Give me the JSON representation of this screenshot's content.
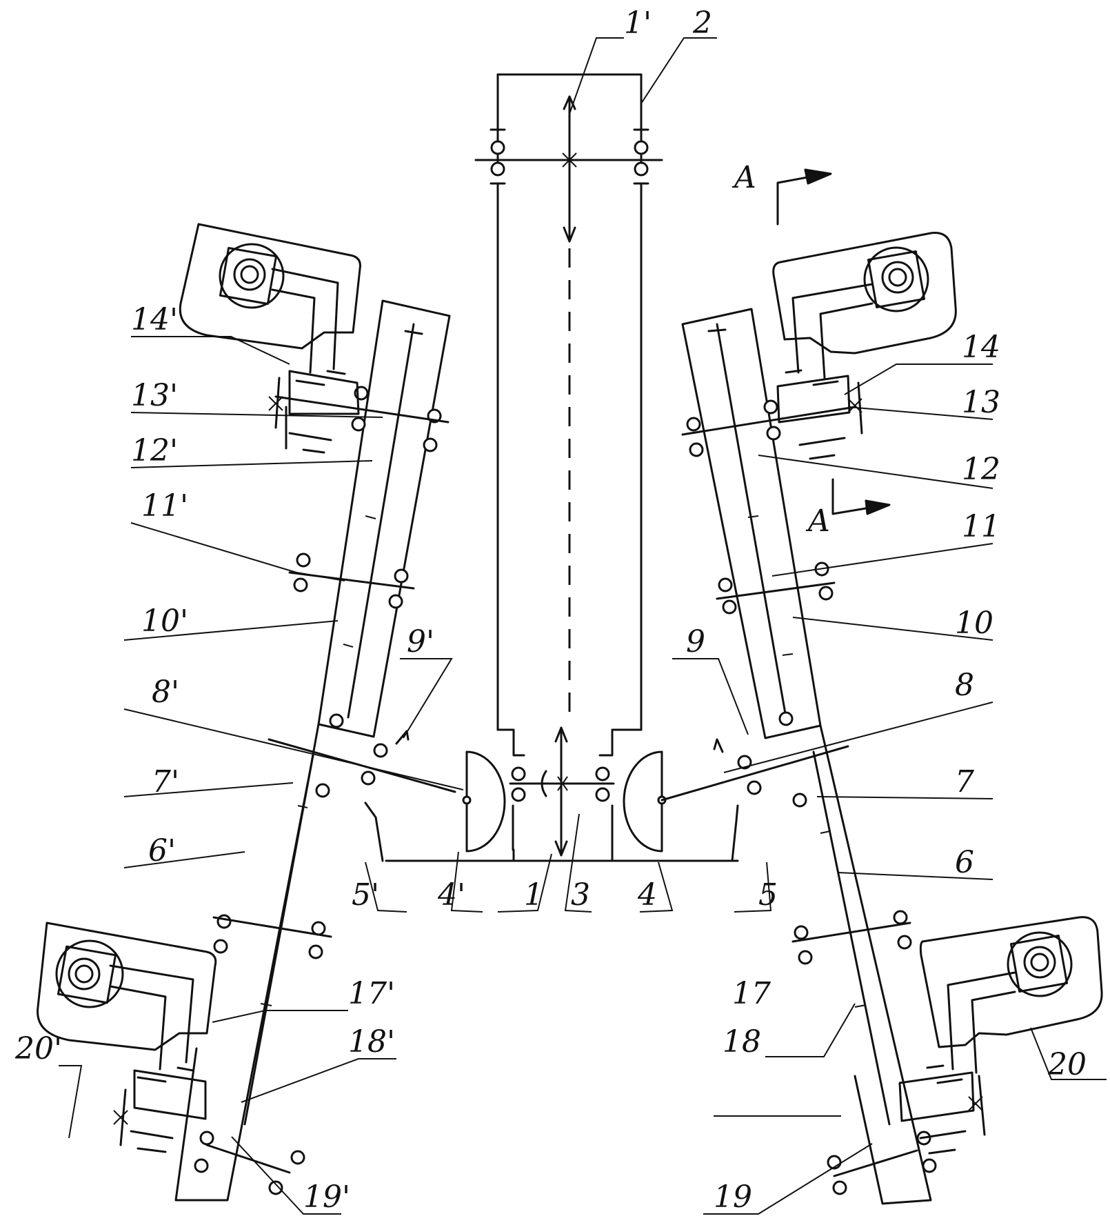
{
  "section_marks": {
    "upper": "A",
    "lower": "A"
  },
  "callouts": {
    "l1p": "1'",
    "l2": "2",
    "l14p": "14'",
    "l13p": "13'",
    "l12p": "12'",
    "l11p": "11'",
    "l10p": "10'",
    "l9p": "9'",
    "l8p": "8'",
    "l7p": "7'",
    "l6p": "6'",
    "l5p": "5'",
    "l4p": "4'",
    "l1": "1",
    "l3": "3",
    "l4": "4",
    "l5": "5",
    "l14": "14",
    "l13": "13",
    "l12": "12",
    "l11": "11",
    "l10": "10",
    "l9": "9",
    "l8": "8",
    "l7": "7",
    "l6": "6",
    "l17p": "17'",
    "l18p": "18'",
    "l20p": "20'",
    "l19p": "19'",
    "l17": "17",
    "l18": "18",
    "l20": "20",
    "l19": "19"
  },
  "colors": {
    "ink": "#111111",
    "paper": "#ffffff"
  }
}
